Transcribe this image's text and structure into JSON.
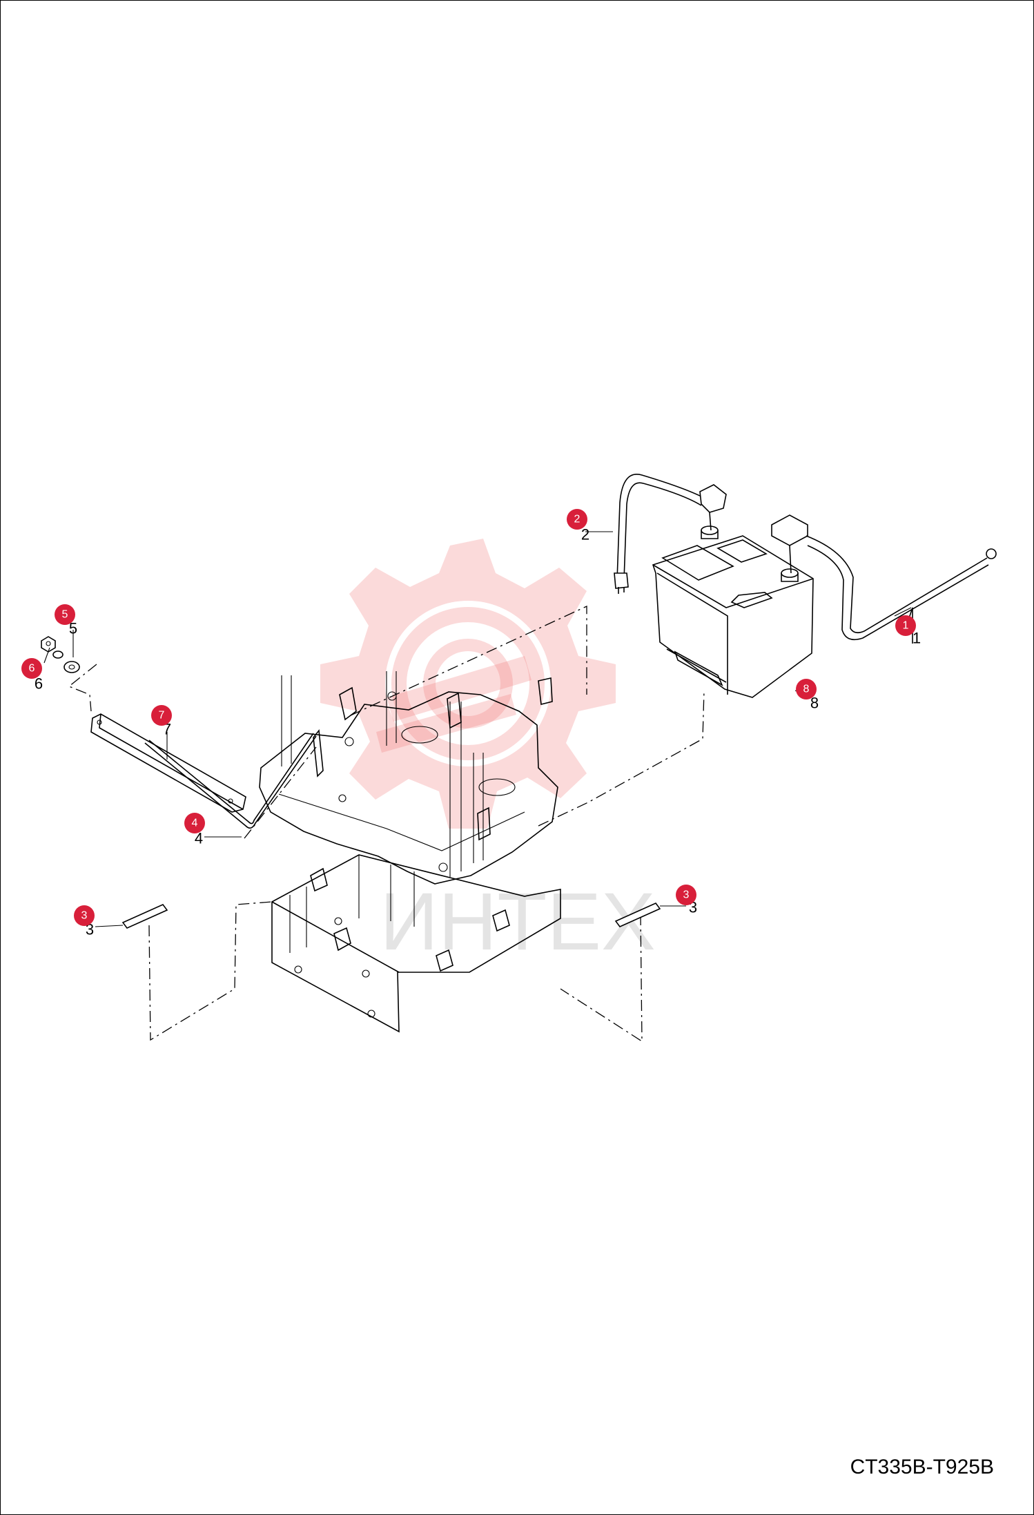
{
  "drawing": {
    "code": "CT335B-T925B",
    "watermark_text": "ИНТЕХ",
    "callout_color": "#d81f3a",
    "watermark_color": "#f07a7a"
  },
  "callouts": [
    {
      "id": "c1",
      "label": "1",
      "leader_label": "1",
      "part": "negative-cable"
    },
    {
      "id": "c2",
      "label": "2",
      "leader_label": "2",
      "part": "positive-cable"
    },
    {
      "id": "c3a",
      "label": "3",
      "leader_label": "3",
      "part": "pad-left"
    },
    {
      "id": "c3b",
      "label": "3",
      "leader_label": "3",
      "part": "pad-right"
    },
    {
      "id": "c4",
      "label": "4",
      "leader_label": "4",
      "part": "hold-down-rod"
    },
    {
      "id": "c5",
      "label": "5",
      "leader_label": "5",
      "part": "washer"
    },
    {
      "id": "c6",
      "label": "6",
      "leader_label": "6",
      "part": "nut"
    },
    {
      "id": "c7",
      "label": "7",
      "leader_label": "7",
      "part": "hold-down-bracket"
    },
    {
      "id": "c8",
      "label": "8",
      "leader_label": "8",
      "part": "battery"
    }
  ]
}
